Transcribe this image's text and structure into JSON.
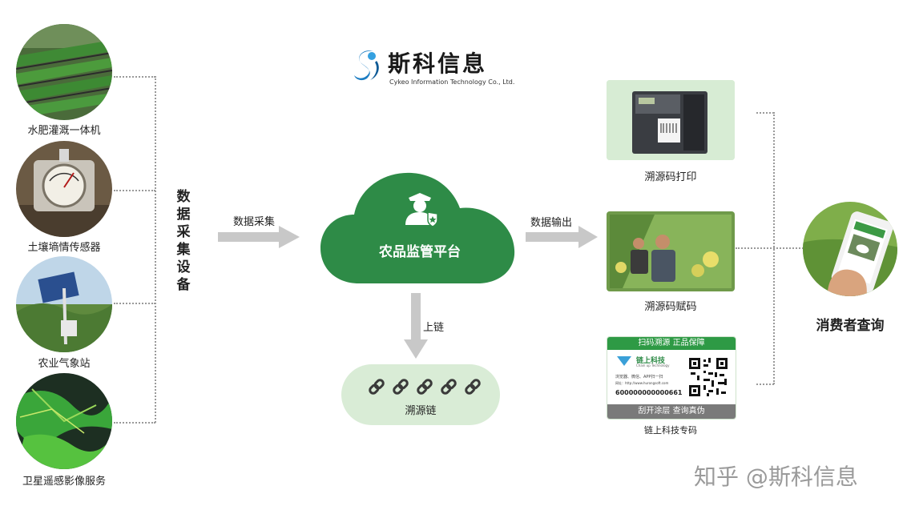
{
  "logo": {
    "name": "斯科信息",
    "subtitle": "Cykeo Information Technology Co., Ltd."
  },
  "sources": [
    {
      "label": "水肥灌溉一体机"
    },
    {
      "label": "土壤墒情传感器"
    },
    {
      "label": "农业气象站"
    },
    {
      "label": "卫星遥感影像服务"
    }
  ],
  "collector": {
    "chars": [
      "数",
      "据",
      "采",
      "集",
      "设",
      "备"
    ]
  },
  "flows": {
    "collect": "数据采集",
    "output": "数据输出",
    "chain": "上链"
  },
  "platform": {
    "label": "农品监管平台"
  },
  "blockchain": {
    "label": "溯源链"
  },
  "outputs": [
    {
      "label": "溯源码打印"
    },
    {
      "label": "溯源码赋码"
    },
    {
      "label": "链上科技专码"
    }
  ],
  "qr_label": {
    "top": "扫码溯源  正品保障",
    "brand": "链上科技",
    "brand_sub": "Chain up Technology",
    "desc": "浏览器、微信、APP扫一扫",
    "url": "网址：http://www.hurongsoft.com",
    "code": "600000000000661",
    "bottom": "刮开涂层  查询真伪"
  },
  "consumer": {
    "label": "消费者查询"
  },
  "watermark": "知乎 @斯科信息",
  "colors": {
    "cloud": "#2e8b47",
    "arrow": "#c8c8c8",
    "chain_bg": "#d9ecd6",
    "card_bg": "#d7ecd4"
  }
}
